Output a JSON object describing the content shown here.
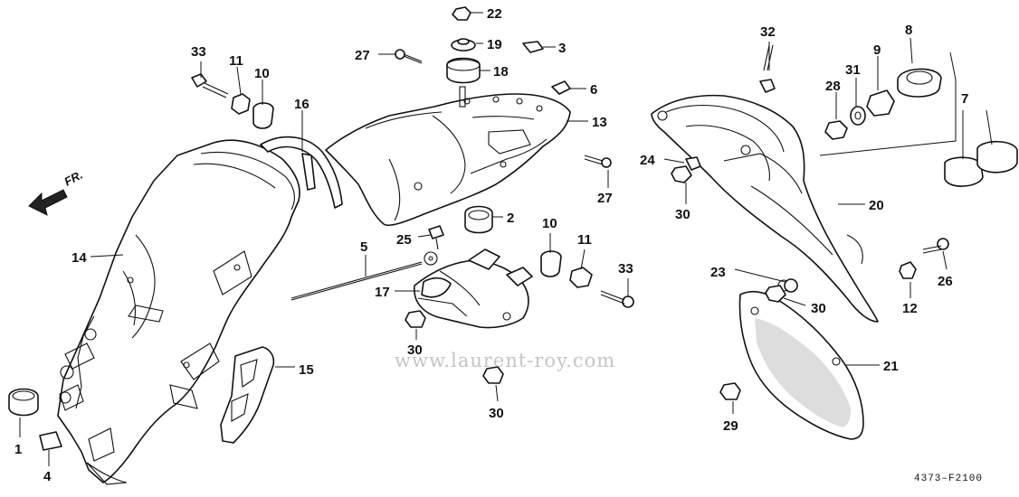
{
  "diagram": {
    "direction_label": "FR.",
    "watermark": "www.laurent-roy.com",
    "drawing_code": "4373–F2100",
    "callouts": [
      {
        "id": "c22",
        "label": "22"
      },
      {
        "id": "c33a",
        "label": "33"
      },
      {
        "id": "c11a",
        "label": "11"
      },
      {
        "id": "c10a",
        "label": "10"
      },
      {
        "id": "c16",
        "label": "16"
      },
      {
        "id": "c27a",
        "label": "27"
      },
      {
        "id": "c19",
        "label": "19"
      },
      {
        "id": "c18",
        "label": "18"
      },
      {
        "id": "c3",
        "label": "3"
      },
      {
        "id": "c6",
        "label": "6"
      },
      {
        "id": "c13",
        "label": "13"
      },
      {
        "id": "c32",
        "label": "32"
      },
      {
        "id": "c8",
        "label": "8"
      },
      {
        "id": "c9",
        "label": "9"
      },
      {
        "id": "c31",
        "label": "31"
      },
      {
        "id": "c28",
        "label": "28"
      },
      {
        "id": "c7",
        "label": "7"
      },
      {
        "id": "c24",
        "label": "24"
      },
      {
        "id": "c27b",
        "label": "27"
      },
      {
        "id": "c30a",
        "label": "30"
      },
      {
        "id": "c20",
        "label": "20"
      },
      {
        "id": "c2",
        "label": "2"
      },
      {
        "id": "c25",
        "label": "25"
      },
      {
        "id": "c5",
        "label": "5"
      },
      {
        "id": "c14",
        "label": "14"
      },
      {
        "id": "c10b",
        "label": "10"
      },
      {
        "id": "c11b",
        "label": "11"
      },
      {
        "id": "c33b",
        "label": "33"
      },
      {
        "id": "c17",
        "label": "17"
      },
      {
        "id": "c30b",
        "label": "30"
      },
      {
        "id": "c23",
        "label": "23"
      },
      {
        "id": "c30c",
        "label": "30"
      },
      {
        "id": "c12",
        "label": "12"
      },
      {
        "id": "c26",
        "label": "26"
      },
      {
        "id": "c15",
        "label": "15"
      },
      {
        "id": "c21",
        "label": "21"
      },
      {
        "id": "c30d",
        "label": "30"
      },
      {
        "id": "c29",
        "label": "29"
      },
      {
        "id": "c1",
        "label": "1"
      },
      {
        "id": "c4",
        "label": "4"
      }
    ]
  }
}
